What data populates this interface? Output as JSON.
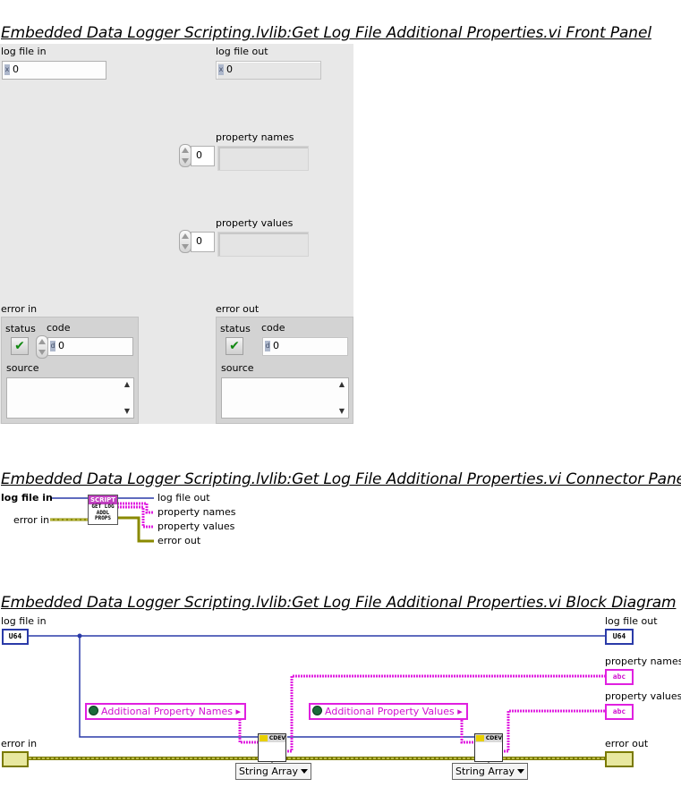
{
  "sections": {
    "front_panel_title": "Embedded Data Logger Scripting.lvlib:Get Log File Additional Properties.vi Front Panel",
    "connector_pane_title": "Embedded Data Logger Scripting.lvlib:Get Log File Additional Properties.vi Connector Pane",
    "block_diagram_title": "Embedded Data Logger Scripting.lvlib:Get Log File Additional Properties.vi Block Diagram"
  },
  "front_panel": {
    "log_file_in": {
      "label": "log file in",
      "radix": "x",
      "value": "0"
    },
    "log_file_out": {
      "label": "log file out",
      "radix": "x",
      "value": "0"
    },
    "property_names": {
      "label": "property names",
      "index": "0"
    },
    "property_values": {
      "label": "property values",
      "index": "0"
    },
    "error_in": {
      "label": "error in",
      "status_label": "status",
      "code_label": "code",
      "code_value": "0",
      "source_label": "source",
      "radix": "d"
    },
    "error_out": {
      "label": "error out",
      "status_label": "status",
      "code_label": "code",
      "code_value": "0",
      "source_label": "source",
      "radix": "d"
    }
  },
  "connector_pane": {
    "inputs": [
      "log file in",
      "error in"
    ],
    "outputs": [
      "log file out",
      "property names",
      "property values",
      "error out"
    ],
    "icon_header": "SCRIPT",
    "icon_text": [
      "GET LOG",
      "ADDL",
      "PROPS"
    ]
  },
  "block_diagram": {
    "log_file_in": {
      "label": "log file in",
      "type": "U64"
    },
    "log_file_out": {
      "label": "log file out",
      "type": "U64"
    },
    "property_names": {
      "label": "property names",
      "type": "abc"
    },
    "property_values": {
      "label": "property values",
      "type": "abc"
    },
    "error_in": {
      "label": "error in"
    },
    "error_out": {
      "label": "error out"
    },
    "const_names": "Additional Property Names",
    "const_values": "Additional Property Values",
    "ring_1": "String Array",
    "ring_2": "String Array",
    "subvi_header": "CDEV"
  },
  "colors": {
    "wire_u64": "#2a3aa8",
    "wire_string": "#e020e0",
    "wire_error": "#7a7a00",
    "panel_bg": "#e8e8e8"
  }
}
